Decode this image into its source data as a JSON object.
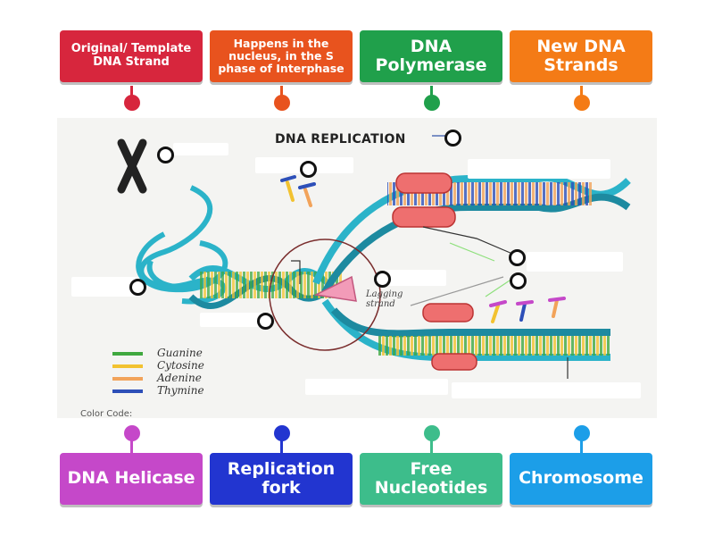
{
  "top_tiles": [
    {
      "label": "Original/ Template DNA Strand",
      "color": "#d7263d"
    },
    {
      "label": "Happens in the nucleus, in the S phase of Interphase",
      "color": "#e8531e"
    },
    {
      "label": "DNA Polymerase",
      "color": "#20a04b"
    },
    {
      "label": "New DNA Strands",
      "color": "#f47b16"
    }
  ],
  "bottom_tiles": [
    {
      "label": "DNA Helicase",
      "color": "#c548c9"
    },
    {
      "label": "Replication fork",
      "color": "#2235d0"
    },
    {
      "label": "Free Nucleotides",
      "color": "#3dbd8b"
    },
    {
      "label": "Chromosome",
      "color": "#1c9ee8"
    }
  ],
  "diagram": {
    "title": "DNA REPLICATION",
    "lagging_label": "Lagging strand",
    "color_code_label": "Color Code:",
    "legend": [
      {
        "name": "Guanine",
        "color": "#3fa83f"
      },
      {
        "name": "Cytosine",
        "color": "#f2c230"
      },
      {
        "name": "Adenine",
        "color": "#f2a35a"
      },
      {
        "name": "Thymine",
        "color": "#2d4fb8"
      }
    ]
  }
}
